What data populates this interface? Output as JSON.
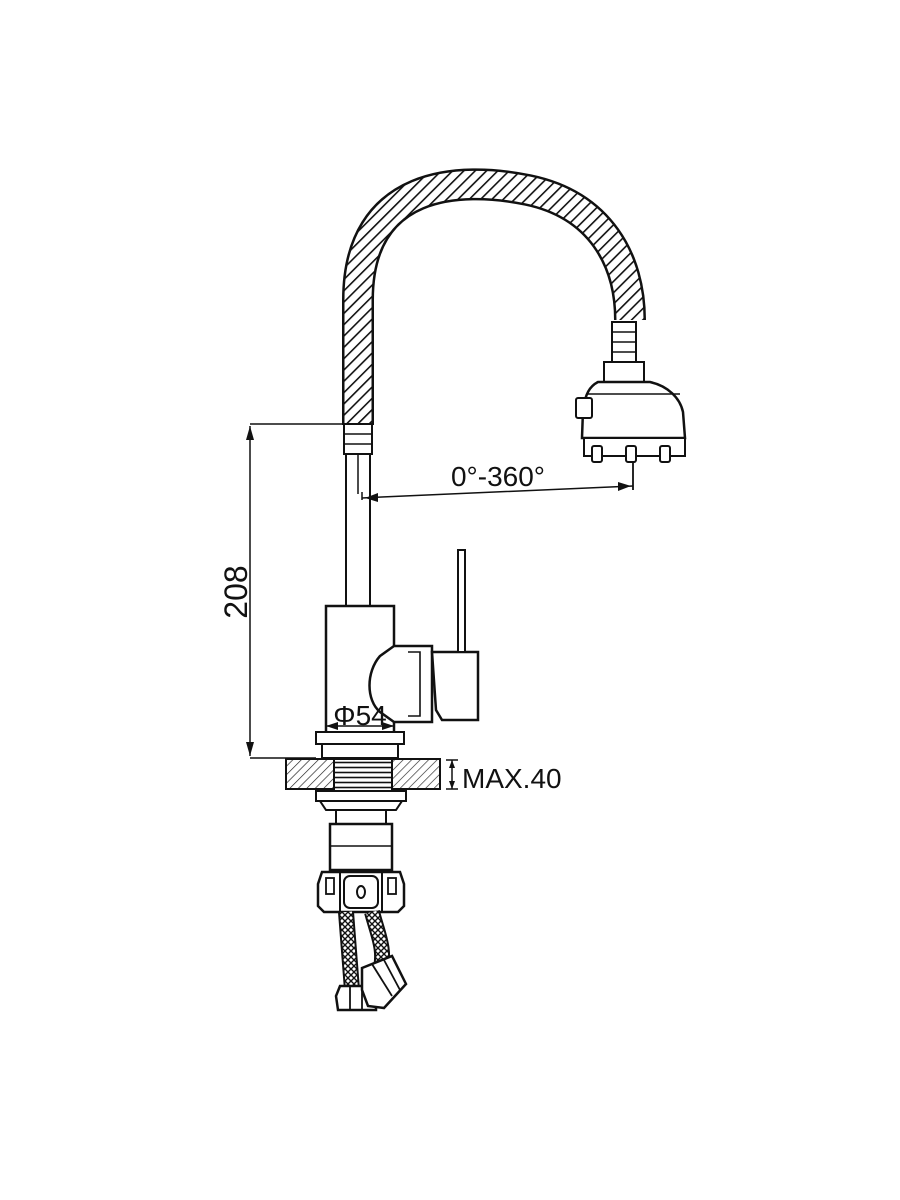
{
  "dimensions": {
    "height_label": "208",
    "rotation_label": "0°-360°",
    "diameter_label": "Φ54",
    "thickness_label": "MAX.40"
  }
}
